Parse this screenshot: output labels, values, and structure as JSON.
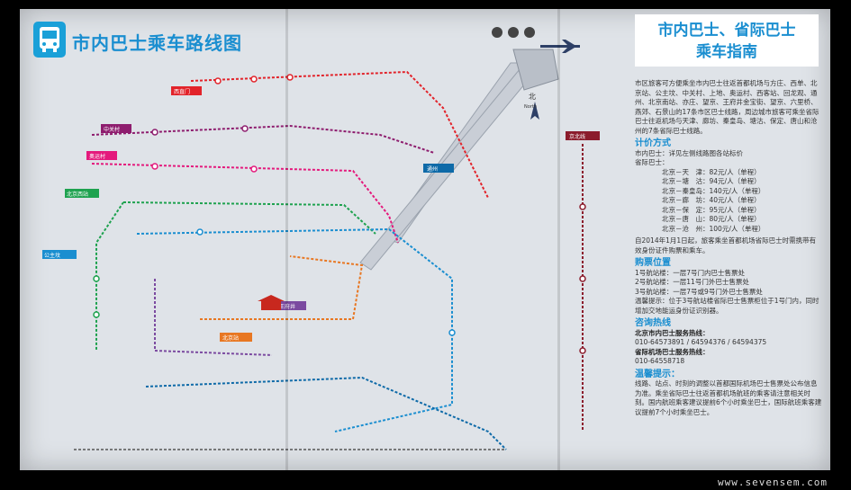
{
  "map": {
    "title": "市内巴士乘车路线图",
    "north_label": "北",
    "north_sub": "North",
    "route_labels": [
      {
        "text": "西直门",
        "color": "#e2232a"
      },
      {
        "text": "中关村",
        "color": "#8e1d6e"
      },
      {
        "text": "奥运村",
        "color": "#e4197c"
      },
      {
        "text": "北京西站",
        "color": "#1ea24f"
      },
      {
        "text": "公主坟",
        "color": "#1a8ed0"
      },
      {
        "text": "北京站",
        "color": "#e87722"
      },
      {
        "text": "通州",
        "color": "#0e6aa8"
      },
      {
        "text": "王府井",
        "color": "#7b4aa0"
      },
      {
        "text": "京北线",
        "color": "#8b1c2c"
      }
    ]
  },
  "guide": {
    "title": "市内巴士、省际巴士\n乘车指南",
    "intro": "市区旅客可方便乘坐市内巴士往返首都机场与方庄、西单、北京站、公主坟、中关村、上地、奥运村、西客站、回龙观、通州、北京南站、亦庄、望京、王府井金宝街、望京、六里桥、燕郊、石景山的17条市区巴士线路，周边城市旅客可乘坐省际巴士往返机场与天津、廊坊、秦皇岛、塘沽、保定、唐山和沧州的7条省际巴士线路。",
    "price_title": "计价方式",
    "price_city": "市内巴士：详见左侧线路图各站标价",
    "price_intercity_label": "省际巴士：",
    "price_rows": [
      "北京－天　津：82元/人（单程）",
      "北京－塘　沽：94元/人（单程）",
      "北京－秦皇岛：140元/人（单程）",
      "北京－廊　坊：40元/人（单程）",
      "北京－保　定：95元/人（单程）",
      "北京－唐　山：80元/人（单程）",
      "北京－沧　州：100元/人（单程）"
    ],
    "notice_2014": "自2014年1月1日起，旅客乘坐首都机场省际巴士时需携带有效身份证件购票和乘车。",
    "ticket_title": "购票位置",
    "ticket_rows": [
      "1号航站楼：一层7号门内巴士售票处",
      "2号航站楼：一层11号门外巴士售票处",
      "3号航站楼：一层7号或9号门外巴士售票处"
    ],
    "tip_inline": "温馨提示：位于3号航站楼省际巴士售票柜位于1号门内，同时增加交地能运身份证识别器。",
    "hotline_title": "咨询热线",
    "hotline_city_label": "北京市内巴士服务热线：",
    "hotline_city_phone": "010-64573891 / 64594376 / 64594375",
    "hotline_airport_label": "省际机场巴士服务热线：",
    "hotline_airport_phone": "010-64558718",
    "tips_title": "温馨提示：",
    "tips_text": "线路、站点、时刻的调整以首都国际机场巴士售票处公布信息为准。乘坐省际巴士往返首都机场航班的乘客请注意相关时刻。国内航班乘客建议提前6个小时乘坐巴士，国际航班乘客建议提前7个小时乘坐巴士。"
  },
  "watermark": "www.sevensem.com",
  "colors": {
    "accent": "#1a8ed0",
    "red": "#e2232a",
    "magenta": "#e4197c",
    "purple": "#8e1d6e",
    "green": "#1ea24f",
    "orange": "#e87722",
    "blue": "#1a8ed0",
    "dark_blue": "#0e6aa8",
    "violet": "#7b4aa0",
    "maroon": "#8b1c2c"
  }
}
